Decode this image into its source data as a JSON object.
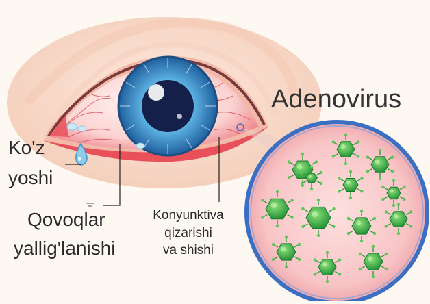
{
  "title": "Adenovirus",
  "labels": {
    "tears_line1": "Ko'z",
    "tears_line2": "yoshi",
    "eyelid_line1": "Qovoqlar",
    "eyelid_line2": "yallig'lanishi",
    "conj_line1": "Konyunktiva",
    "conj_line2": "qizarishi",
    "conj_line3": "va shishi"
  },
  "colors": {
    "skin": "#fbe3d6",
    "inflamed_red": "#e8505a",
    "sclera_pink": "#fbd9d8",
    "iris_blue": "#3e8fc9",
    "pupil": "#15204a",
    "lens_border": "#3b6fc4",
    "lens_fill": "#f9cdd0",
    "virus_green": "#3cb84a",
    "leader_line": "#222222"
  },
  "icons": [
    "eye-illustration",
    "tear-drop-icon",
    "magnifier-lens",
    "virus-particle-icon"
  ]
}
